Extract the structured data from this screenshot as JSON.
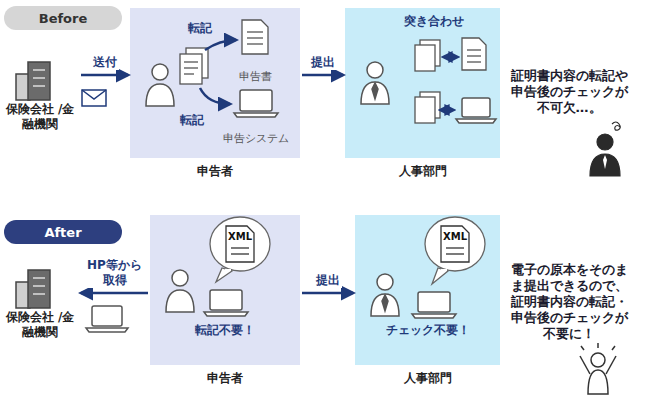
{
  "diagram": {
    "nodes": [
      {
        "text": [
          "Before"
        ]
      },
      {
        "text": [
          "保険会社 /金融機関"
        ]
      },
      {
        "text": [
          "申告者"
        ]
      },
      {
        "text": [
          "申告書"
        ],
        "in": 2
      },
      {
        "text": [
          "申告システム"
        ],
        "in": 2
      },
      {
        "text": [
          "人事部門"
        ]
      },
      {
        "text": [
          "After"
        ]
      },
      {
        "text": [
          "保険会社 /金融機関"
        ]
      },
      {
        "text": [
          "申告者"
        ]
      },
      {
        "text": [
          "人事部門"
        ]
      }
    ],
    "edges": [
      {
        "from": 1,
        "to": 2,
        "label": "送付",
        "arrow": "to"
      },
      {
        "from": 2,
        "to": 5,
        "label": "提出",
        "arrow": "to"
      },
      {
        "from": 8,
        "to": 7,
        "label": "HP等から 取得",
        "arrow": "to"
      },
      {
        "from": 8,
        "to": 9,
        "label": "提出",
        "arrow": "to"
      }
    ],
    "labels": [
      "転記",
      "転記",
      "突き合わせ",
      "証明書内容の転記や 申告後のチェックが 不可欠…。",
      "XML",
      "転記不要！",
      "XML",
      "チェック不要！",
      "電子の原本をそのま ま提出できるので、 証明書内容の転記・ 申告後のチェックが 不要に！"
    ]
  }
}
